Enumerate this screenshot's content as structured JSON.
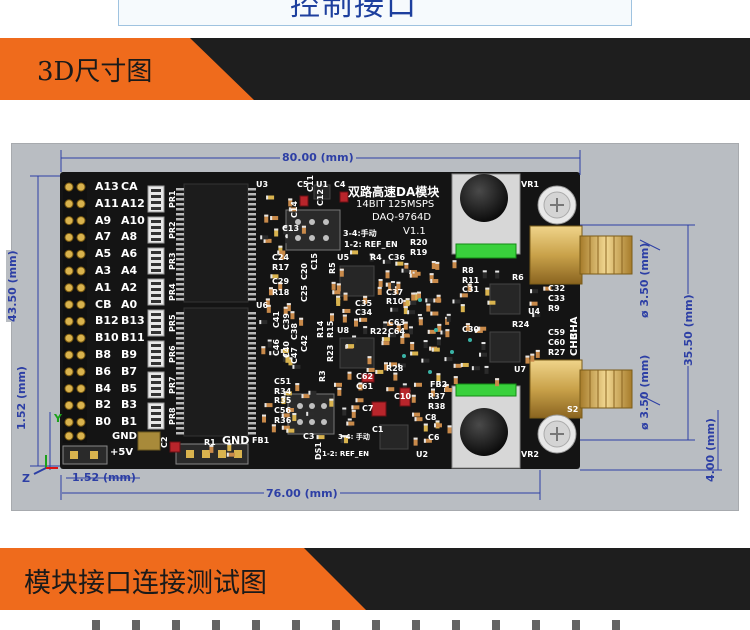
{
  "top_heading": "控制接口",
  "section1": {
    "title": "3D尺寸图"
  },
  "section2": {
    "title": "模块接口连接测试图"
  },
  "dimensions": {
    "width_top": "80.00 (mm)",
    "width_bottom": "76.00 (mm)",
    "height_left": "43.50 (mm)",
    "height_right": "35.50 (mm)",
    "offset_left": "1.52 (mm)",
    "offset_bottom": "1.52 (mm)",
    "hole_top": "ø 3.50 (mm)",
    "hole_bottom": "ø 3.50 (mm)",
    "right_small": "4.00 (mm)",
    "axis_z": "Z",
    "axis_y": "Y"
  },
  "board": {
    "title_cn": "双路高速DA模块",
    "spec": "14BIT 125MSPS",
    "model": "DAQ-9764D",
    "version": "V1.1",
    "note_top": "3-4:手动",
    "note_ref": "1-2: REF_EN",
    "note_bottom_a": "3-4: 手动",
    "note_bottom_b": "1-2: REF_EN",
    "cha": "CHA",
    "chb": "CHB",
    "gnd_pin": "GND",
    "gnd_header": "GND",
    "plus5v": "+5V",
    "pin_rows": [
      [
        "A13",
        "CA"
      ],
      [
        "A11",
        "A12"
      ],
      [
        "A9",
        "A10"
      ],
      [
        "A7",
        "A8"
      ],
      [
        "A5",
        "A6"
      ],
      [
        "A3",
        "A4"
      ],
      [
        "A1",
        "A2"
      ],
      [
        "CB",
        "A0"
      ],
      [
        "B12",
        "B13"
      ],
      [
        "B10",
        "B11"
      ],
      [
        "B8",
        "B9"
      ],
      [
        "B6",
        "B7"
      ],
      [
        "B4",
        "B5"
      ],
      [
        "B2",
        "B3"
      ],
      [
        "B0",
        "B1"
      ]
    ],
    "refs": {
      "u3": "U3",
      "u6": "U6",
      "u1": "U1",
      "u5": "U5",
      "u8": "U8",
      "u4": "U4",
      "u7": "U7",
      "u2": "U2",
      "vr1": "VR1",
      "vr2": "VR2",
      "c5": "C5",
      "c4": "C4",
      "r6": "R6",
      "r24": "R24",
      "fb2": "FB2",
      "fb1": "FB1",
      "r20": "R20",
      "r19": "R19",
      "r8": "R8",
      "r11": "R11",
      "c31": "C31",
      "c30": "C30",
      "c32": "C32",
      "c33": "C33",
      "r9": "R9",
      "c59": "C59",
      "c60": "C60",
      "r27": "R27",
      "c62": "C62",
      "c61": "C61",
      "c63": "C63",
      "c64": "C64",
      "c37": "C37",
      "r10": "R10",
      "c35": "C35",
      "c34": "C34",
      "r22": "R22",
      "c36": "C36",
      "r4": "R4",
      "r28": "R28",
      "c24": "C24",
      "r17": "R17",
      "c29": "C29",
      "r18": "R18",
      "c51": "C51",
      "r34": "R34",
      "r35": "R35",
      "c56": "C56",
      "r36": "R36",
      "c10": "C10",
      "c7": "C7",
      "c8": "C8",
      "c6": "C6",
      "r37": "R37",
      "r38": "R38",
      "r1": "R1",
      "c2": "C2",
      "c3": "C3",
      "ds1": "DS1",
      "c1": "C1",
      "pr1": "PR1",
      "pr2": "PR2",
      "pr3": "PR3",
      "pr4": "PR4",
      "pr5": "PR5",
      "pr6": "PR6",
      "pr7": "PR7",
      "pr8": "PR8",
      "s2": "S2",
      "c13": "C13",
      "c11": "C11",
      "c12": "C12",
      "c14": "C14",
      "c41": "C41",
      "c39": "C39",
      "c46": "C46",
      "c38": "C38",
      "c40": "C40",
      "c47": "C47",
      "c42": "C42",
      "r14": "R14",
      "r15": "R15",
      "r23": "R23",
      "r3": "R3",
      "r5": "R5",
      "c15": "C15",
      "c20": "C20",
      "c25": "C25"
    }
  },
  "colors": {
    "orange": "#ef6b1c",
    "banner_dark": "#1e1e1e",
    "pcb": "#141414",
    "dim_blue": "#2d3fa5",
    "gold": "#c9a24a"
  },
  "bottom_snippet": "模块接口连接测试图"
}
